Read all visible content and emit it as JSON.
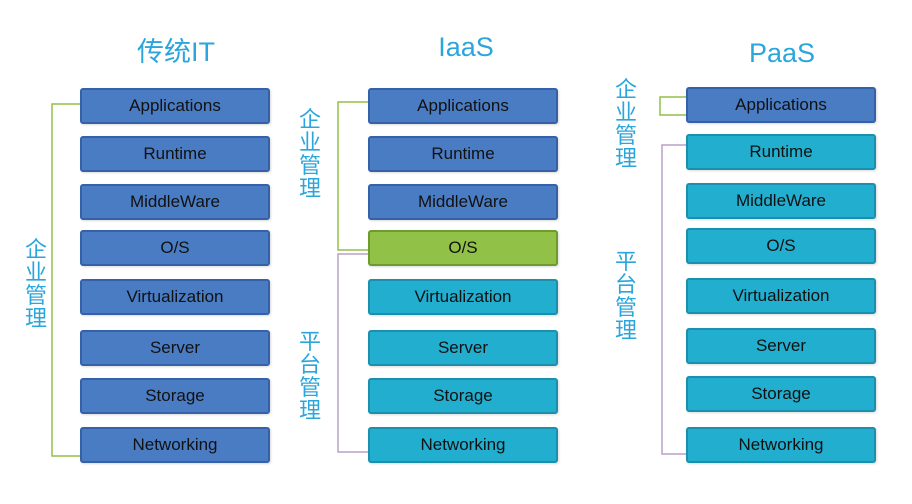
{
  "columns": [
    {
      "title": "传统IT",
      "layers": [
        {
          "label": "Applications",
          "color": "blue"
        },
        {
          "label": "Runtime",
          "color": "blue"
        },
        {
          "label": "MiddleWare",
          "color": "blue"
        },
        {
          "label": "O/S",
          "color": "blue"
        },
        {
          "label": "Virtualization",
          "color": "blue"
        },
        {
          "label": "Server",
          "color": "blue"
        },
        {
          "label": "Storage",
          "color": "blue"
        },
        {
          "label": "Networking",
          "color": "blue"
        }
      ],
      "groups": [
        {
          "label": "企业管理",
          "bracket_color": "#92c148"
        }
      ]
    },
    {
      "title": "IaaS",
      "layers": [
        {
          "label": "Applications",
          "color": "blue"
        },
        {
          "label": "Runtime",
          "color": "blue"
        },
        {
          "label": "MiddleWare",
          "color": "blue"
        },
        {
          "label": "O/S",
          "color": "green"
        },
        {
          "label": "Virtualization",
          "color": "teal"
        },
        {
          "label": "Server",
          "color": "teal"
        },
        {
          "label": "Storage",
          "color": "teal"
        },
        {
          "label": "Networking",
          "color": "teal"
        }
      ],
      "groups": [
        {
          "label": "企业管理",
          "bracket_color": "#92c148"
        },
        {
          "label": "平台管理",
          "bracket_color": "#b9a0c8"
        }
      ]
    },
    {
      "title": "PaaS",
      "layers": [
        {
          "label": "Applications",
          "color": "blue"
        },
        {
          "label": "Runtime",
          "color": "teal"
        },
        {
          "label": "MiddleWare",
          "color": "teal"
        },
        {
          "label": "O/S",
          "color": "teal"
        },
        {
          "label": "Virtualization",
          "color": "teal"
        },
        {
          "label": "Server",
          "color": "teal"
        },
        {
          "label": "Storage",
          "color": "teal"
        },
        {
          "label": "Networking",
          "color": "teal"
        }
      ],
      "groups": [
        {
          "label": "企业管理",
          "bracket_color": "#92c148"
        },
        {
          "label": "平台管理",
          "bracket_color": "#b9a0c8"
        }
      ]
    }
  ]
}
